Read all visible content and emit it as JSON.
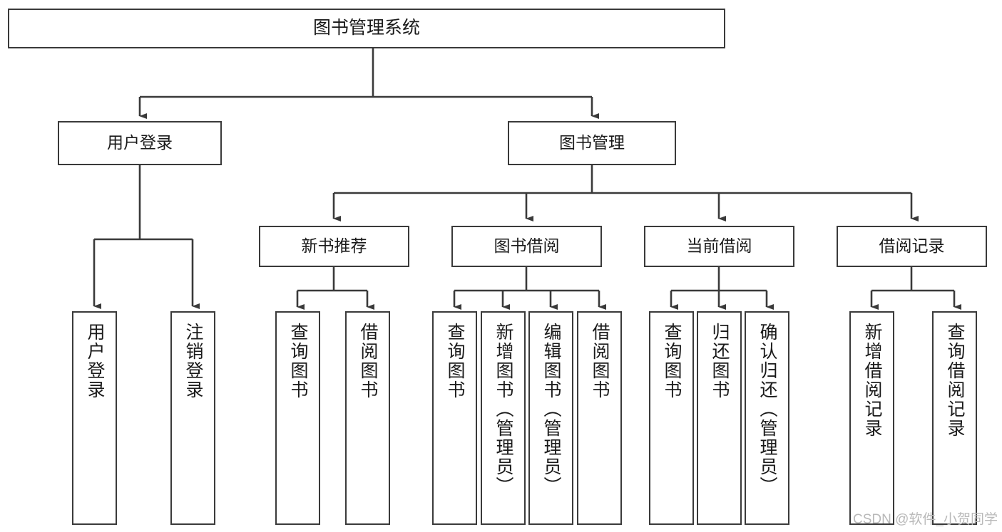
{
  "diagram": {
    "title": "图书管理系统",
    "watermark": "CSDN @软件_小贺同学",
    "stroke_color": "#3a3a3a",
    "fill_color": "#ffffff",
    "text_color": "#1a1a1a",
    "watermark_color": "#b9b9b9",
    "nodes": {
      "root": "图书管理系统",
      "user_login": "用户登录",
      "book_manage": "图书管理",
      "new_book_rec": "新书推荐",
      "book_borrow": "图书借阅",
      "current_borrow": "当前借阅",
      "borrow_record": "借阅记录",
      "leaf_user_login": "用户登录",
      "leaf_user_logout": "注销登录",
      "leaf_query_book_1": "查询图书",
      "leaf_borrow_book_1": "借阅图书",
      "leaf_query_book_2": "查询图书",
      "leaf_add_book": "新增图书（管理员）",
      "leaf_edit_book": "编辑图书（管理员）",
      "leaf_borrow_book_2": "借阅图书",
      "leaf_query_book_3": "查询图书",
      "leaf_return_book": "归还图书",
      "leaf_confirm_return": "确认归还（管理员）",
      "leaf_add_record": "新增借阅记录",
      "leaf_query_record": "查询借阅记录"
    }
  }
}
